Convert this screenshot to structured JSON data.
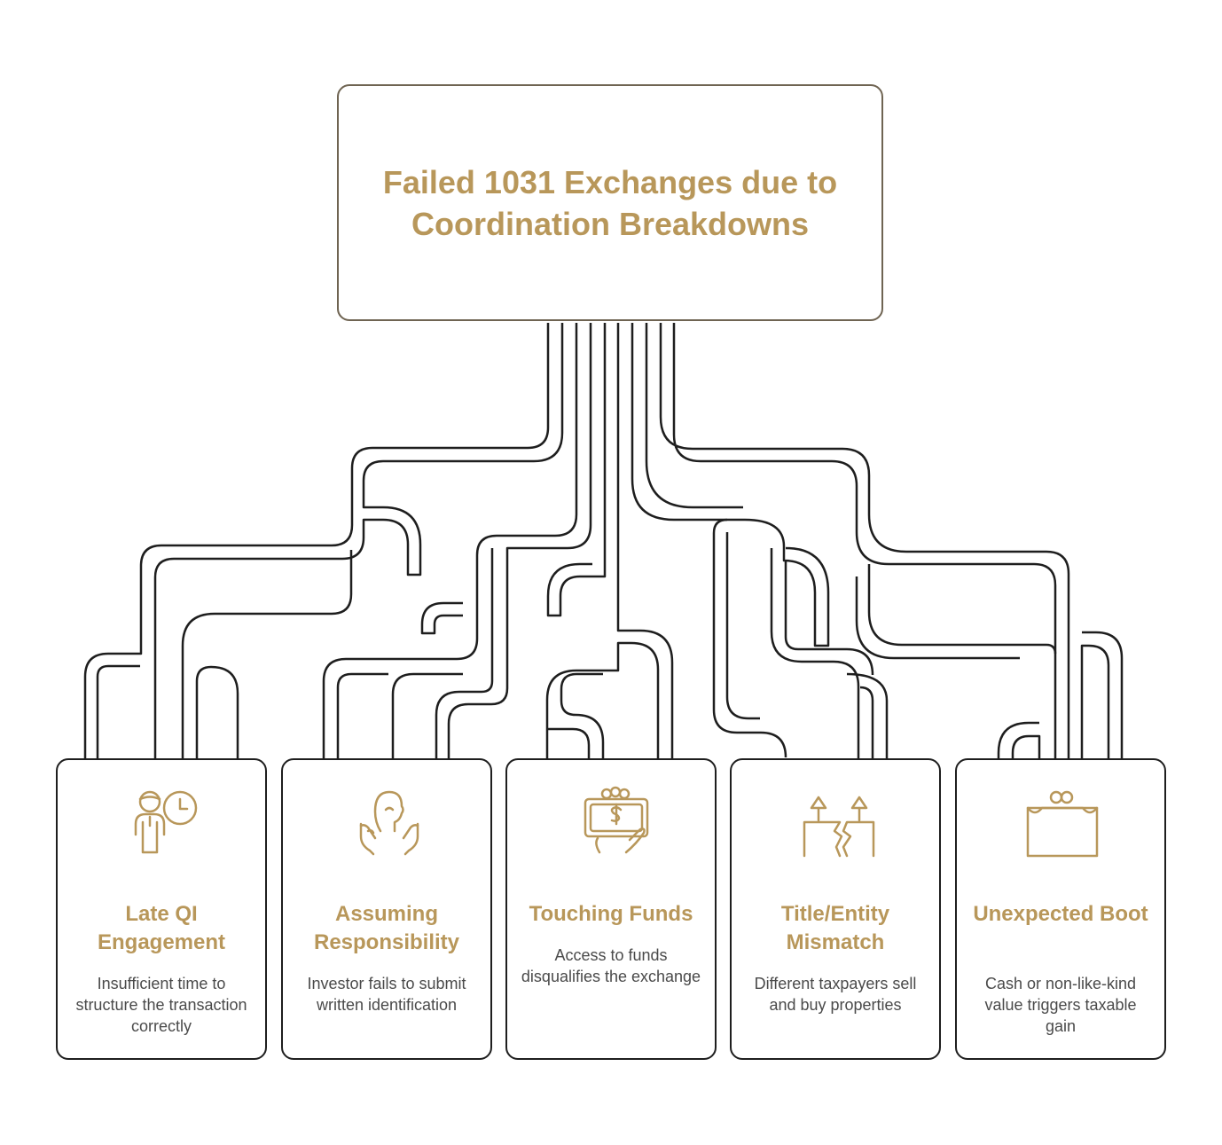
{
  "title": "Failed 1031 Exchanges due to Coordination Breakdowns",
  "cards": [
    {
      "title": "Late QI Engagement",
      "description": "Insufficient time to structure the transaction correctly",
      "icon": "person-clock-icon"
    },
    {
      "title": "Assuming Responsibility",
      "description": "Investor fails to submit written identification",
      "icon": "person-hands-icon"
    },
    {
      "title": "Touching Funds",
      "description": "Access to funds disqualifies the exchange",
      "icon": "money-hand-icon"
    },
    {
      "title": "Title/Entity Mismatch",
      "description": "Different taxpayers sell and buy properties",
      "icon": "broken-properties-icon"
    },
    {
      "title": "Unexpected Boot",
      "description": "Cash or non-like-kind value triggers taxable gain",
      "icon": "box-coins-icon"
    }
  ],
  "colors": {
    "accent": "#b8975a",
    "outline": "#1e1e1e",
    "title_border": "#6f6452",
    "text": "#4a4a4a"
  }
}
